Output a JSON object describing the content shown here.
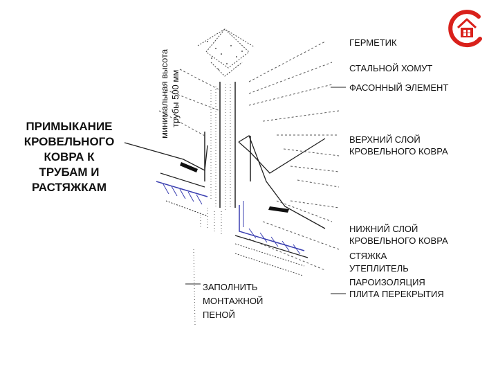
{
  "title_lines": [
    "ПРИМЫКАНИЕ",
    "КРОВЕЛЬНОГО",
    "КОВРА К",
    "ТРУБАМ И",
    "РАСТЯЖКАМ"
  ],
  "height_note": [
    "минимальная высота",
    "трубы 500 мм"
  ],
  "labels": {
    "germetik": "ГЕРМЕТИК",
    "clamp": "СТАЛЬНОЙ ХОМУТ",
    "shaped": "ФАСОННЫЙ ЭЛЕМЕНТ",
    "upper": [
      "ВЕРХНИЙ СЛОЙ",
      "КРОВЕЛЬНОГО КОВРА"
    ],
    "lower": [
      "НИЖНИЙ СЛОЙ",
      "КРОВЕЛЬНОГО КОВРА"
    ],
    "screed": "СТЯЖКА",
    "insulation": "УТЕПЛИТЕЛЬ",
    "vapor": "ПАРОИЗОЛЯЦИЯ",
    "slab": "ПЛИТА ПЕРЕКРЫТИЯ",
    "foam": [
      "ЗАПОЛНИТЬ",
      "МОНТАЖНОЙ",
      "ПЕНОЙ"
    ]
  },
  "colors": {
    "text": "#111111",
    "line": "#222222",
    "hatch": "#3a3fb0",
    "logo": "#d9211b"
  },
  "logo_icon": "house-logo-icon"
}
